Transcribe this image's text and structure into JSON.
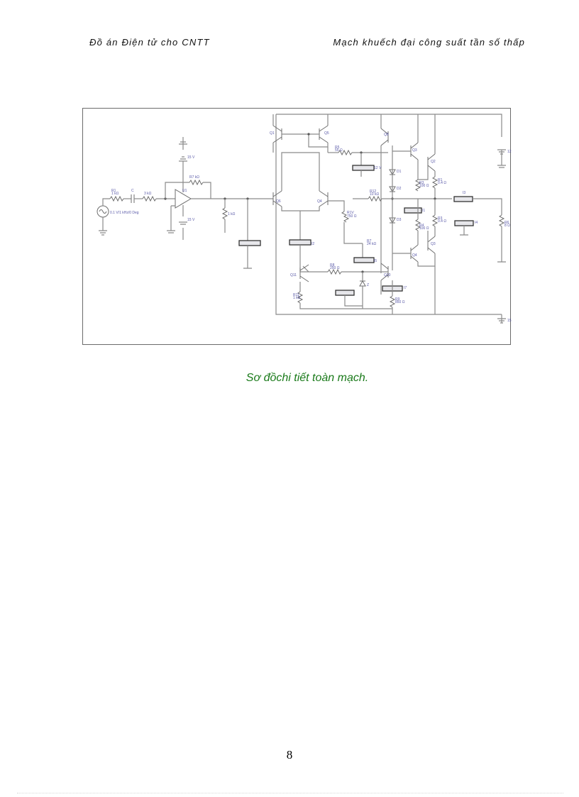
{
  "header": {
    "left": "Đồ án Điện tử cho CNTT",
    "right": "Mạch khuếch đại công suất tần số thấp"
  },
  "figure": {
    "caption": "Sơ đồchi tiết toàn mạch."
  },
  "page_number": "8"
}
